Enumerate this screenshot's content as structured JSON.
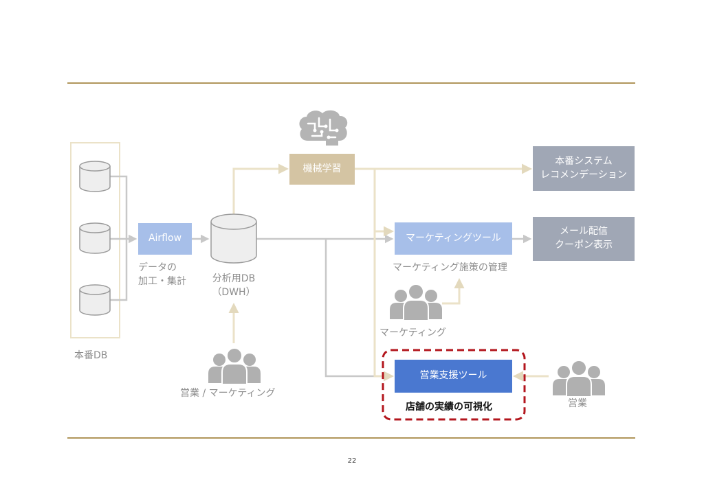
{
  "nodes": {
    "ml": "機械学習",
    "airflow": "Airflow",
    "prod_recommend": "本番システム\nレコメンデーション",
    "marketing_tool": "マーケティングツール",
    "mail_coupon": "メール配信\nクーポン表示",
    "sales_tool": "営業支援ツール"
  },
  "labels": {
    "etl": "データの\n加工・集計",
    "analysis_db": "分析用DB\n（DWH）",
    "prod_db": "本番DB",
    "marketing_measures": "マーケティング施策の管理",
    "marketing": "マーケティング",
    "sales_marketing": "営業 / マーケティング",
    "sales": "営業",
    "store_performance": "店舗の実績の可視化"
  },
  "page_number": "22",
  "colors": {
    "rule": "#b0955a",
    "tan_box": "#d4c4a3",
    "light_blue_box": "#a7bfe9",
    "gray_box": "#a0a7b5",
    "blue_box": "#4a78d0",
    "highlight_border": "#b3161d",
    "gray_line": "#c8c8c8",
    "tan_line": "#e8dfc4"
  }
}
